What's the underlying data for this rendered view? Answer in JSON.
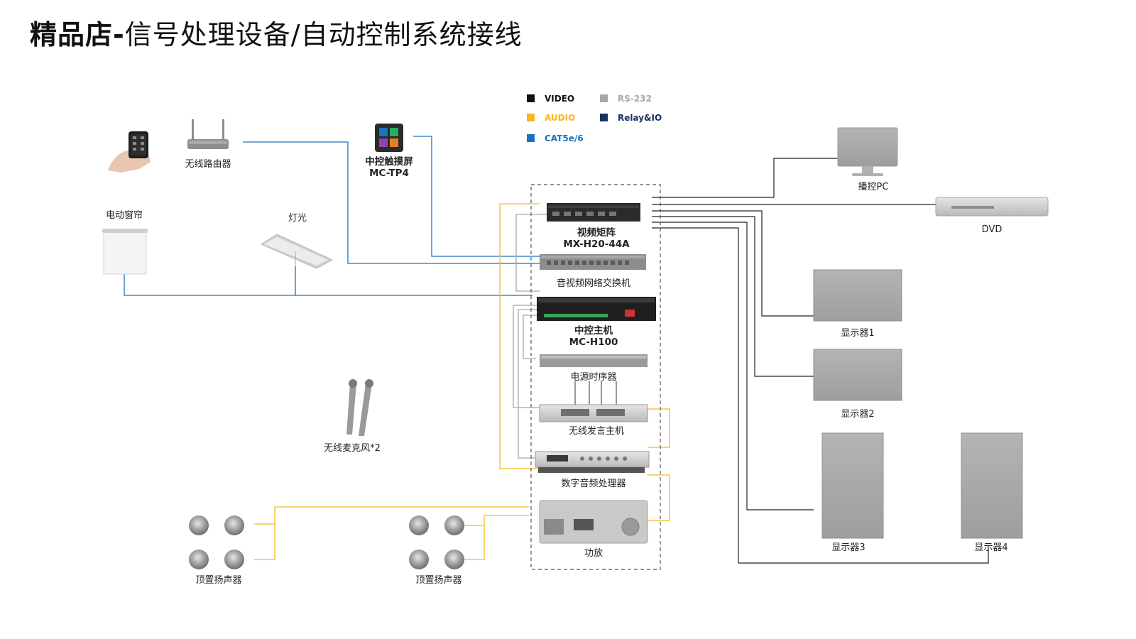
{
  "title": {
    "strong": "精品店",
    "dash": "-",
    "rest": "信号处理设备/自动控制系统接线"
  },
  "legend": [
    {
      "label": "VIDEO",
      "color": "#111111",
      "text_color": "#111111"
    },
    {
      "label": "AUDIO",
      "color": "#f5b91e",
      "text_color": "#f5b91e"
    },
    {
      "label": "CAT5e/6",
      "color": "#1a73c0",
      "text_color": "#1a73c0"
    },
    {
      "label": "RS-232",
      "color": "#a8a8a8",
      "text_color": "#a8a8a8"
    },
    {
      "label": "Relay&IO",
      "color": "#1a2f66",
      "text_color": "#1a2f66"
    }
  ],
  "devices": {
    "router": "无线路由器",
    "touch_panel": {
      "line1": "中控触摸屏",
      "line2": "MC-TP4"
    },
    "curtain": "电动窗帘",
    "light": "灯光",
    "matrix": {
      "line1": "视频矩阵",
      "line2": "MX-H20-44A"
    },
    "switch": "音视频网络交换机",
    "controller": {
      "line1": "中控主机",
      "line2": "MC-H100"
    },
    "sequencer": "电源时序器",
    "wireless_host": "无线发言主机",
    "dsp": "数字音频处理器",
    "amp": "功放",
    "mic": "无线麦克风*2",
    "speakers_left": "顶置扬声器",
    "speakers_right": "顶置扬声器",
    "pc": "播控PC",
    "dvd": "DVD",
    "display1": "显示器1",
    "display2": "显示器2",
    "display3": "显示器3",
    "display4": "显示器4"
  }
}
